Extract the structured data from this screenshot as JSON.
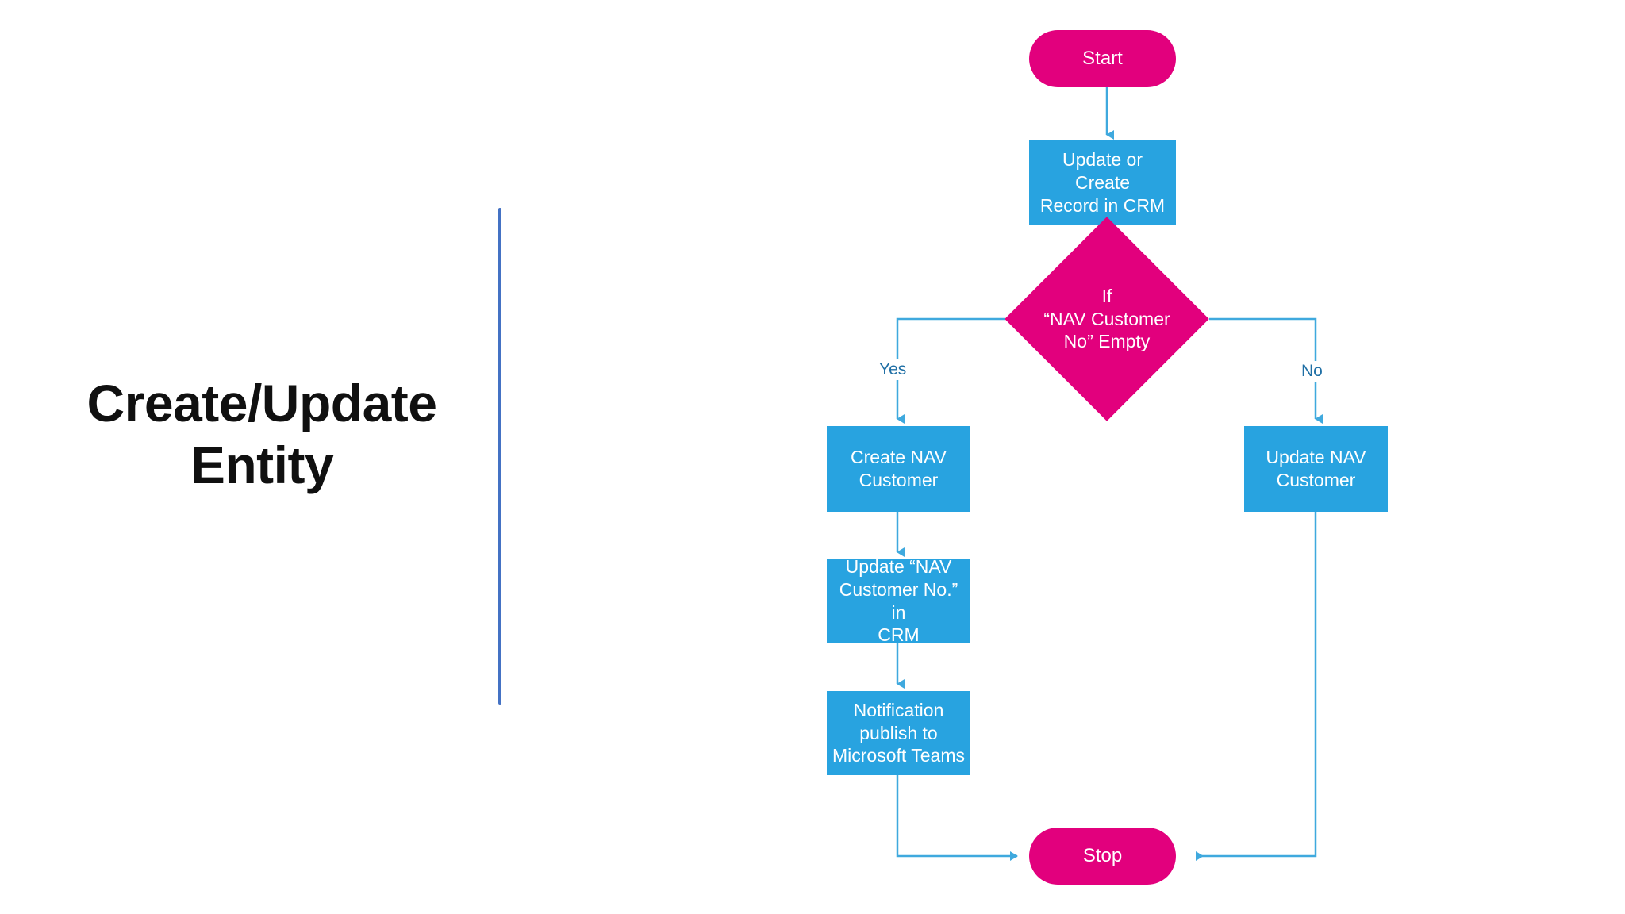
{
  "slide": {
    "title": "Create/Update\nEntity",
    "background_color": "#FFFFFF",
    "divider_color": "#4472C4"
  },
  "theme": {
    "terminator_color": "#E2007D",
    "process_color": "#28A3E0",
    "connector_color": "#3FA9DE",
    "label_color": "#1F6FA5",
    "node_text_color": "#FFFFFF",
    "title_color": "#101010"
  },
  "chart_data": {
    "type": "flowchart",
    "title": "Create/Update Entity",
    "nodes": [
      {
        "id": "start",
        "shape": "terminator",
        "label": "Start",
        "fill": "#E2007D"
      },
      {
        "id": "update_crm",
        "shape": "process",
        "label": "Update or Create\nRecord in CRM",
        "fill": "#28A3E0"
      },
      {
        "id": "decision",
        "shape": "decision",
        "label": "If\n“NAV Customer\nNo” Empty",
        "fill": "#E2007D"
      },
      {
        "id": "create_nav",
        "shape": "process",
        "label": "Create NAV\nCustomer",
        "fill": "#28A3E0"
      },
      {
        "id": "update_no",
        "shape": "process",
        "label": "Update “NAV\nCustomer No.” in\nCRM",
        "fill": "#28A3E0"
      },
      {
        "id": "notify_teams",
        "shape": "process",
        "label": "Notification\npublish to\nMicrosoft Teams",
        "fill": "#28A3E0"
      },
      {
        "id": "update_nav",
        "shape": "process",
        "label": "Update NAV\nCustomer",
        "fill": "#28A3E0"
      },
      {
        "id": "stop",
        "shape": "terminator",
        "label": "Stop",
        "fill": "#E2007D"
      }
    ],
    "edges": [
      {
        "from": "start",
        "to": "update_crm",
        "label": ""
      },
      {
        "from": "update_crm",
        "to": "decision",
        "label": ""
      },
      {
        "from": "decision",
        "to": "create_nav",
        "label": "Yes"
      },
      {
        "from": "decision",
        "to": "update_nav",
        "label": "No"
      },
      {
        "from": "create_nav",
        "to": "update_no",
        "label": ""
      },
      {
        "from": "update_no",
        "to": "notify_teams",
        "label": ""
      },
      {
        "from": "notify_teams",
        "to": "stop",
        "label": ""
      },
      {
        "from": "update_nav",
        "to": "stop",
        "label": ""
      }
    ],
    "branch_labels": {
      "yes": "Yes",
      "no": "No"
    }
  },
  "nodes": {
    "start": {
      "label": "Start"
    },
    "update_crm": {
      "label": "Update or Create\nRecord in CRM"
    },
    "decision": {
      "label": "If\n“NAV Customer\nNo” Empty"
    },
    "create_nav": {
      "label": "Create NAV\nCustomer"
    },
    "update_no": {
      "label": "Update “NAV\nCustomer No.” in\nCRM"
    },
    "notify_teams": {
      "label": "Notification\npublish to\nMicrosoft Teams"
    },
    "update_nav": {
      "label": "Update NAV\nCustomer"
    },
    "stop": {
      "label": "Stop"
    }
  },
  "edge_labels": {
    "yes": "Yes",
    "no": "No"
  }
}
